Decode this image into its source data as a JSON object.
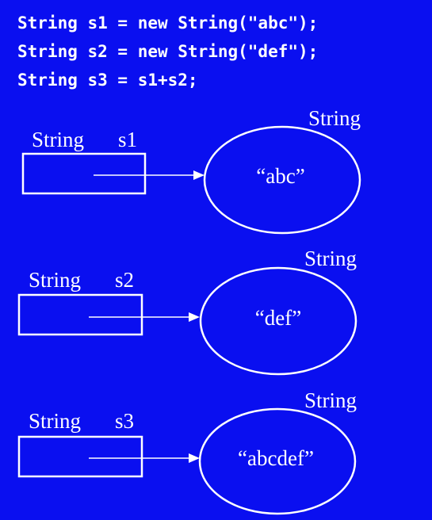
{
  "code_lines": [
    "String s1 = new String(\"abc\");",
    "String s2 = new String(\"def\");",
    "String s3 = s1+s2;"
  ],
  "variables": [
    {
      "type_label": "String",
      "name_label": "s1",
      "object_type": "String",
      "object_value": "“abc”"
    },
    {
      "type_label": "String",
      "name_label": "s2",
      "object_type": "String",
      "object_value": "“def”"
    },
    {
      "type_label": "String",
      "name_label": "s3",
      "object_type": "String",
      "object_value": "“abcdef”"
    }
  ],
  "colors": {
    "background": "#0a0ff0",
    "foreground": "#ffffff"
  }
}
